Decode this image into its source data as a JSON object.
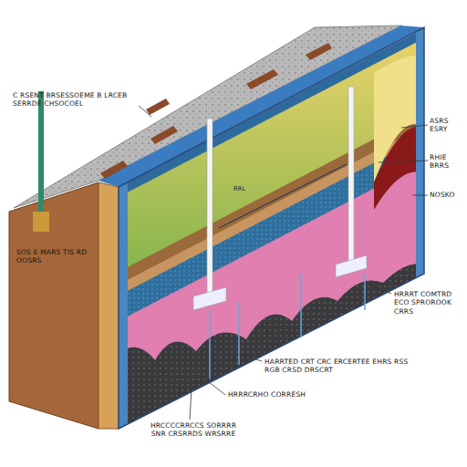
{
  "diagram": {
    "labels": [
      "C RSENT BRSESSOEME B LRCEB SERRDE CHSOCOEL",
      "SOS 6 MARS TIS RD OOSRS",
      "ASRS ESRY",
      "RHIE BRRS",
      "NOSKO",
      "HRRRT COMTRD ECO SPROROOK CRRS",
      "HARRTED CRT CRC ERCERTEE EHRS RSS RGB CRSD DRSCRT",
      "HRRRCRHO CORRESH",
      "HRCCCCRRCCS SORRRR SNR CRSRRDS WRSRRE",
      "RRL"
    ]
  }
}
